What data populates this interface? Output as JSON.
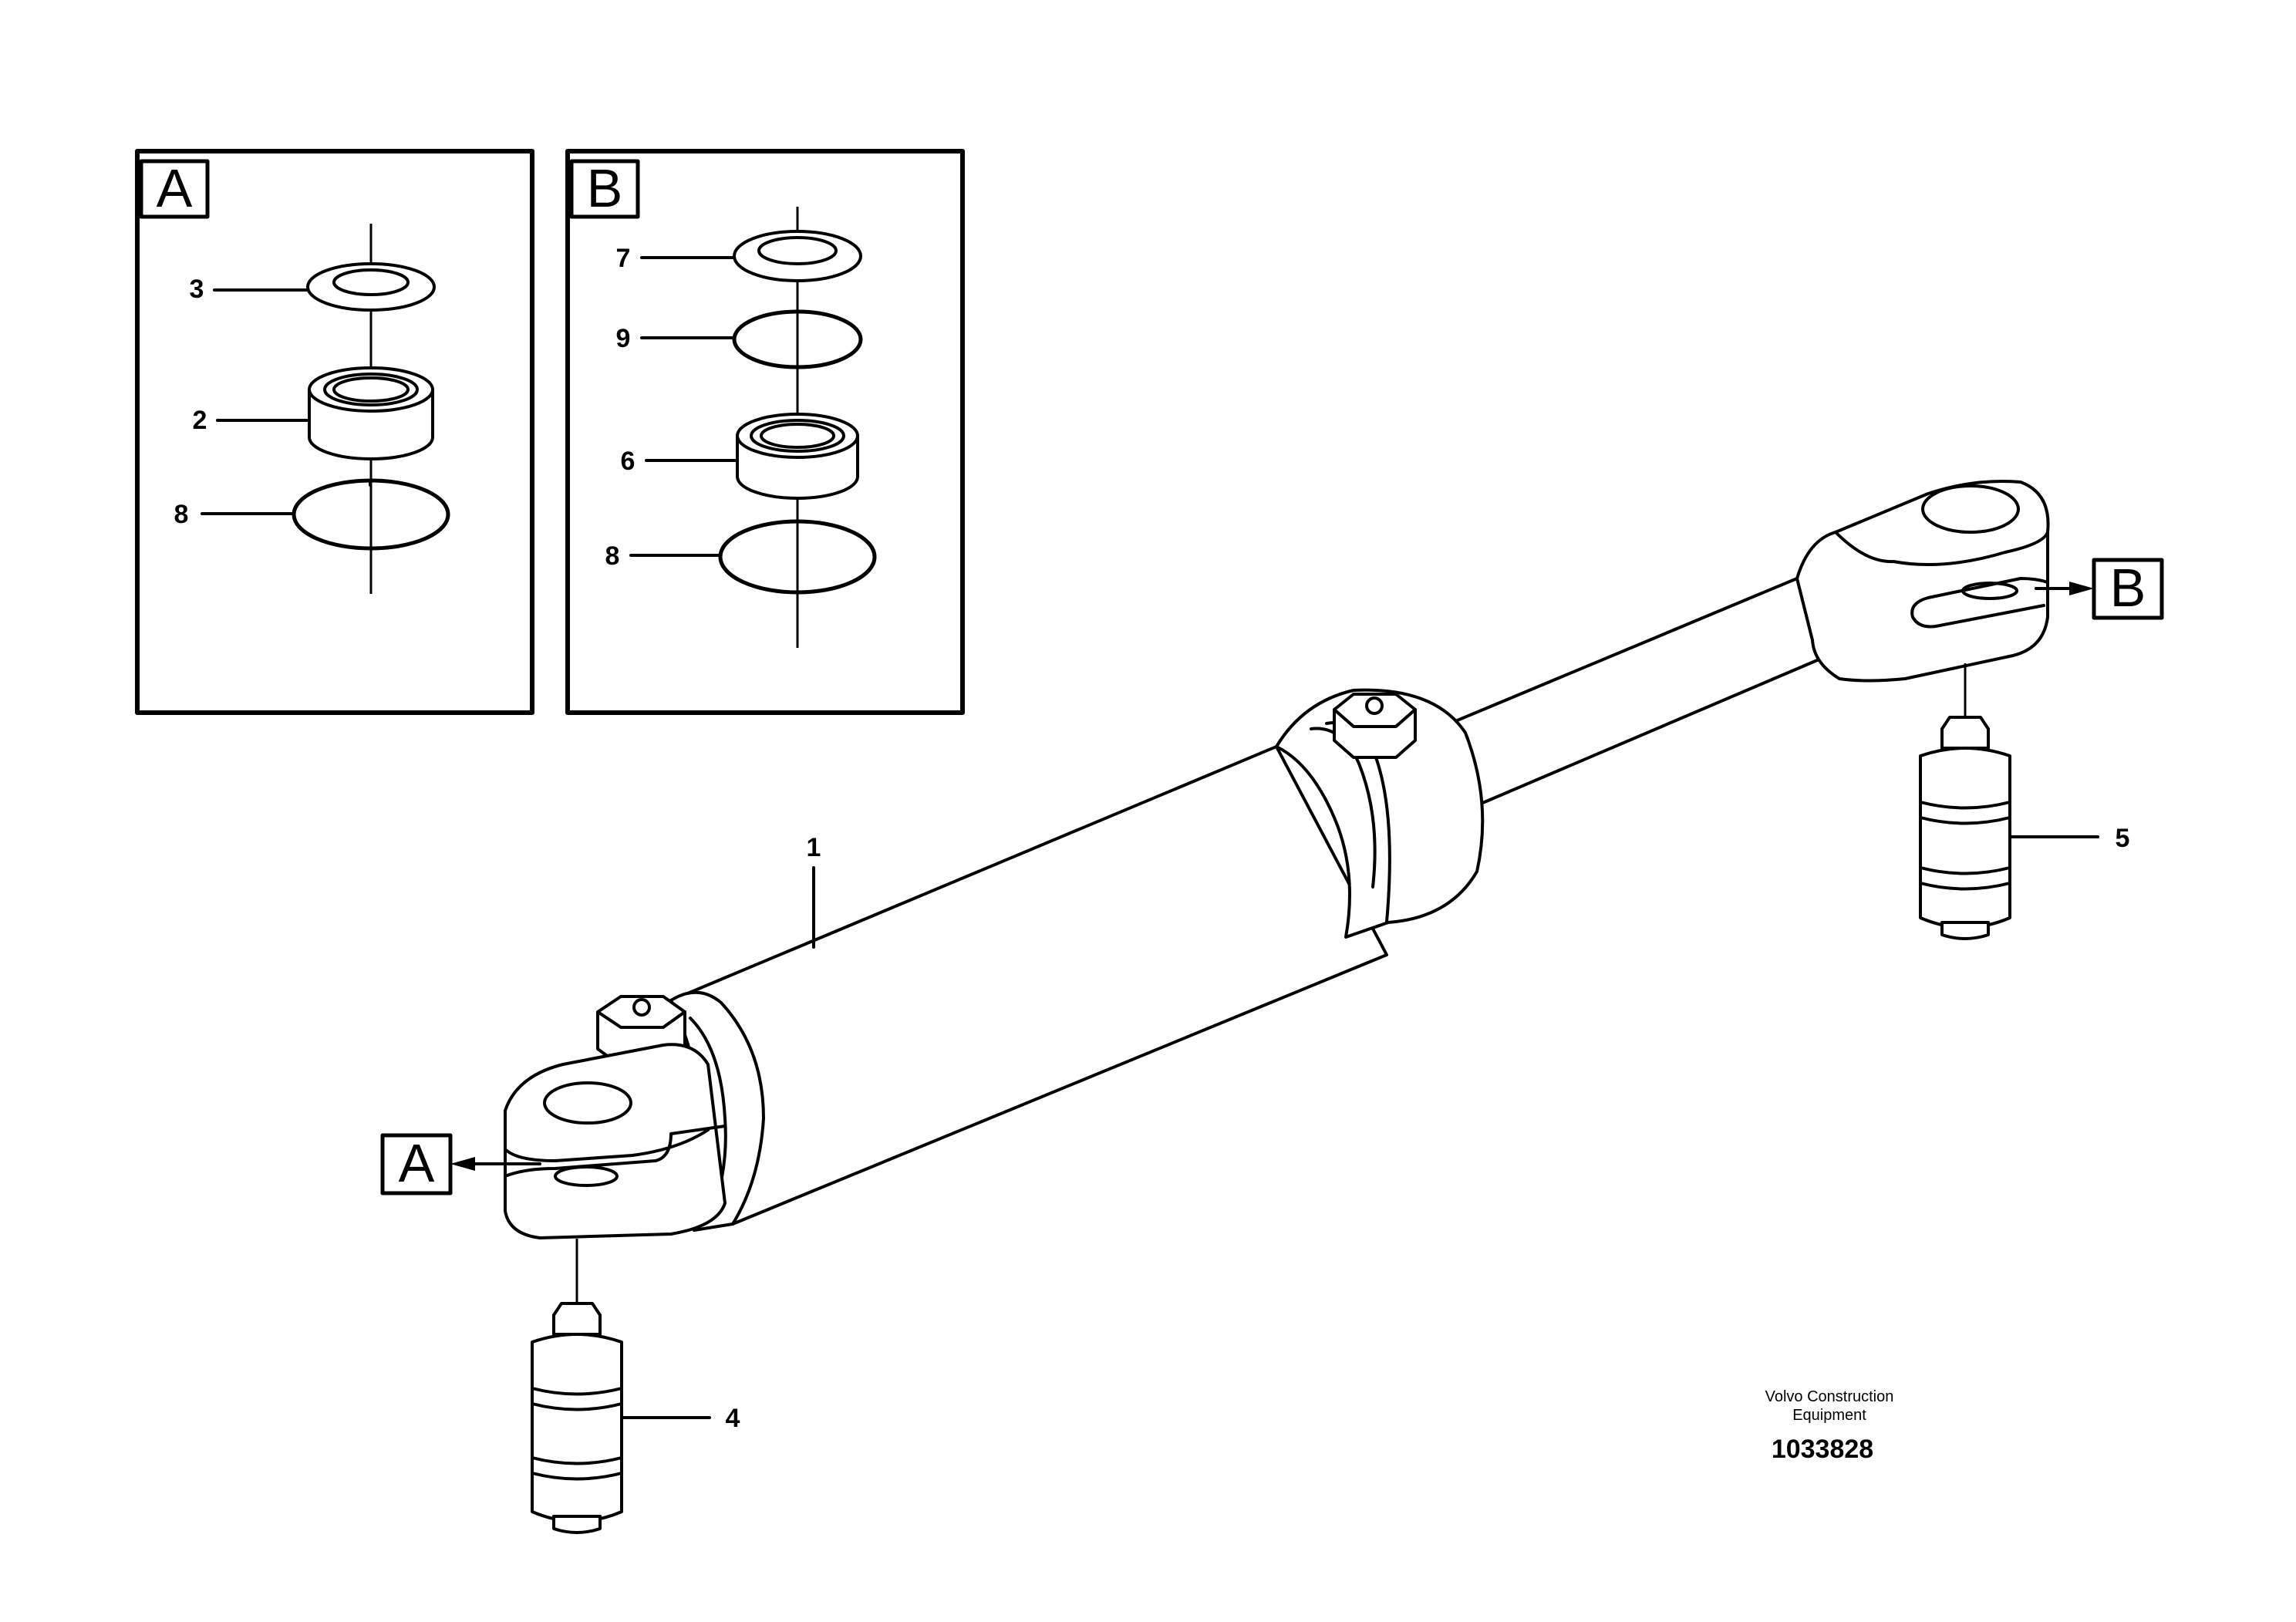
{
  "detail_boxes": [
    {
      "letter": "A",
      "callouts": [
        "3",
        "2",
        "8"
      ]
    },
    {
      "letter": "B",
      "callouts": [
        "7",
        "9",
        "6",
        "8"
      ]
    }
  ],
  "reference_tags": [
    "A",
    "B"
  ],
  "main_callouts": [
    "1",
    "4",
    "5"
  ],
  "caption": {
    "line1": "Volvo Construction",
    "line2": "Equipment"
  },
  "part_number": "1033828"
}
